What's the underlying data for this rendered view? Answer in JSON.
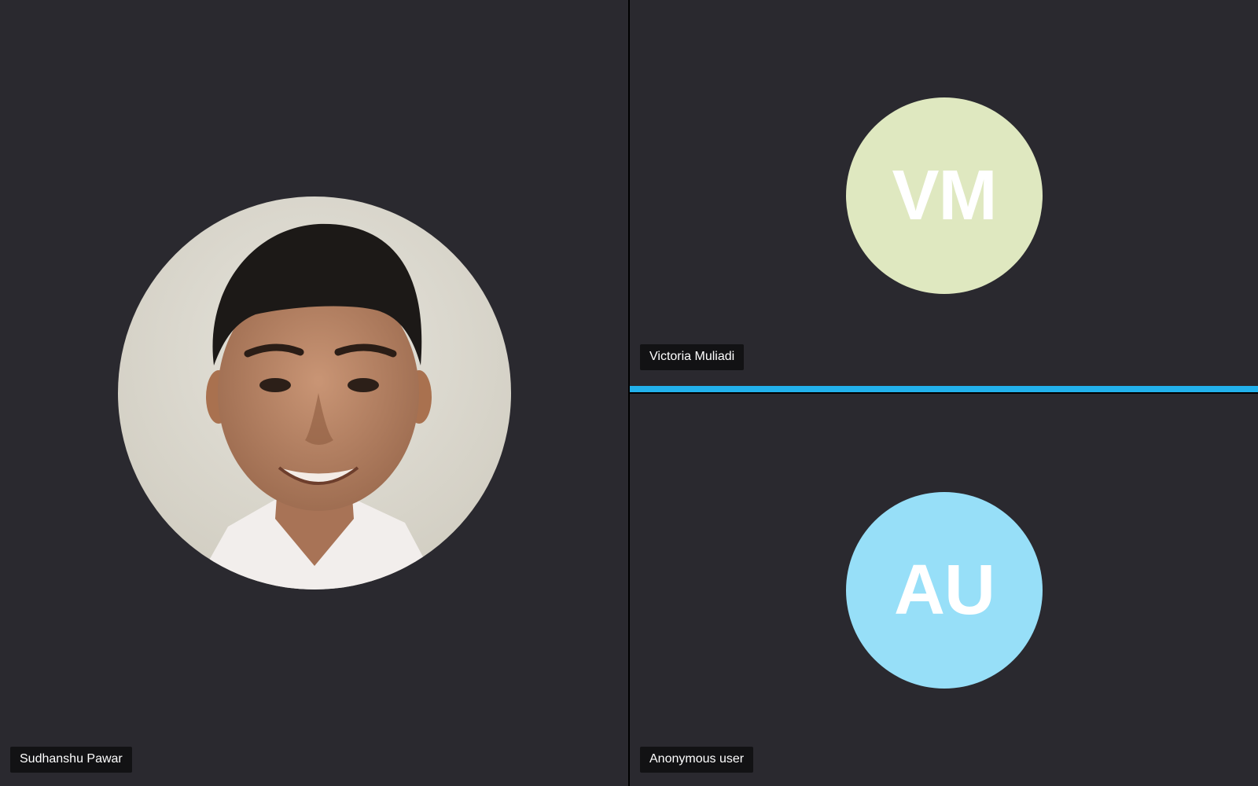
{
  "participants": [
    {
      "name": "Sudhanshu Pawar",
      "avatar_type": "photo",
      "icon": "participant-photo"
    },
    {
      "name": "Victoria Muliadi",
      "avatar_type": "initials",
      "initials": "VM",
      "avatar_color": "#dfe8c0",
      "active_speaker": true
    },
    {
      "name": "Anonymous user",
      "avatar_type": "initials",
      "initials": "AU",
      "avatar_color": "#97dff8"
    }
  ],
  "colors": {
    "tile_background": "#2a292f",
    "label_background": "#121214",
    "active_speaker_accent": "#22b1ec"
  }
}
